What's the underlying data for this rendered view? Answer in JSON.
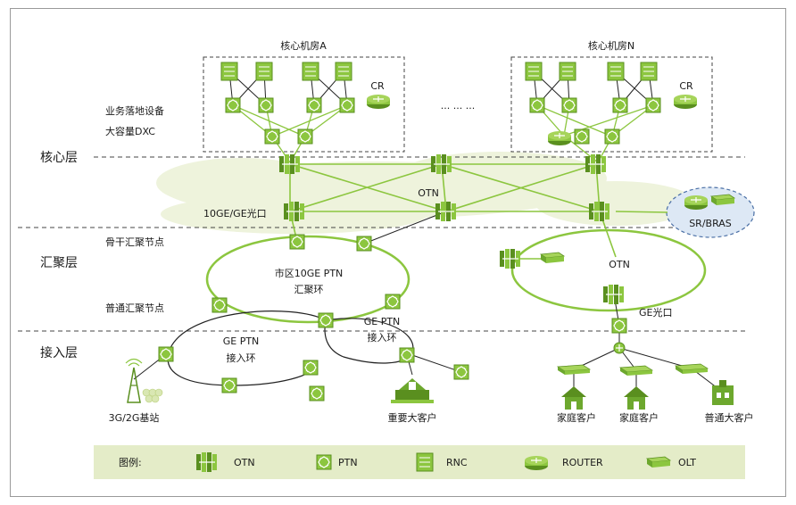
{
  "core_room_a": "核心机房A",
  "core_room_n": "核心机房N",
  "ellipsis": "... ... ...",
  "cr_a": "CR",
  "cr_n": "CR",
  "service_landing": "业务落地设备",
  "large_dxc": "大容量DXC",
  "layer_core": "核心层",
  "layer_agg": "汇聚层",
  "layer_access": "接入层",
  "otn_core": "OTN",
  "ge_port_10": "10GE/GE光口",
  "sr_bras": "SR/BRAS",
  "backbone_node": "骨干汇聚节点",
  "normal_node": "普通汇聚节点",
  "ring_city_line1": "市区10GE PTN",
  "ring_city_line2": "汇聚环",
  "otn_right": "OTN",
  "ge_port": "GE光口",
  "ge_ptn_left_line1": "GE PTN",
  "ge_ptn_left_line2": "接入环",
  "ge_ptn_mid_line1": "GE PTN",
  "ge_ptn_mid_line2": "接入环",
  "bs_3g2g": "3G/2G基站",
  "vip_customer": "重要大客户",
  "home_customer_1": "家庭客户",
  "home_customer_2": "家庭客户",
  "normal_big_customer": "普通大客户",
  "legend": {
    "title": "图例:",
    "items": [
      "OTN",
      "PTN",
      "RNC",
      "ROUTER",
      "OLT"
    ]
  },
  "colors": {
    "device_green": "#8cc63f",
    "device_dark": "#5a8f1f",
    "ring": "#8cc63f",
    "cloud": "#eef3dc",
    "legend_bg": "#e4ecc8",
    "srbras_bg": "#dde8f5",
    "srbras_border": "#4a6fa5"
  }
}
